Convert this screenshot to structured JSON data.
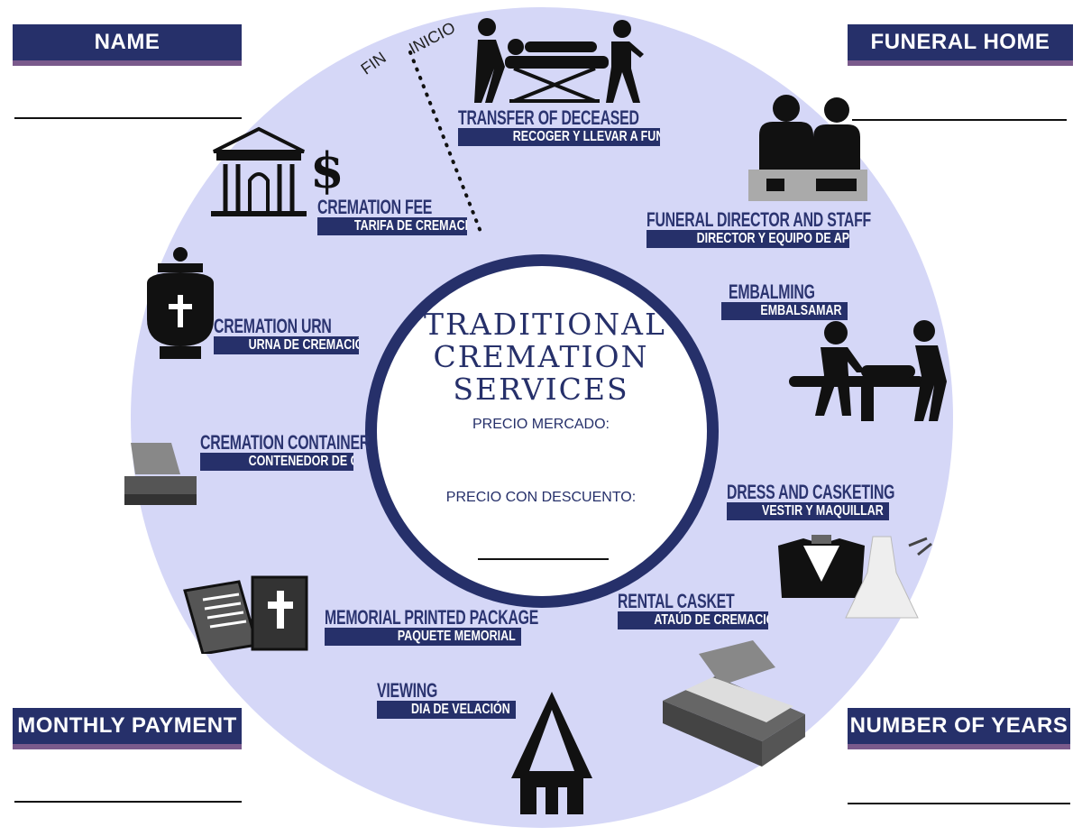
{
  "fields": {
    "name": "NAME",
    "funeral_home": "FUNERAL HOME",
    "monthly_payment": "MONTHLY PAYMENT",
    "number_of_years": "NUMBER OF YEARS"
  },
  "cycle": {
    "fin": "FIN",
    "inicio": "INICIO"
  },
  "center": {
    "title_lines": [
      "TRADITIONAL",
      "CREMATION",
      "SERVICES"
    ],
    "market_price_label": "PRECIO MERCADO:",
    "discount_price_label": "PRECIO CON DESCUENTO:"
  },
  "services": [
    {
      "en": "TRANSFER OF DECEASED",
      "es": "RECOGER Y LLEVAR A FUNERARIA"
    },
    {
      "en": "FUNERAL DIRECTOR AND STAFF",
      "es": "DIRECTOR Y EQUIPO DE APOYO"
    },
    {
      "en": "EMBALMING",
      "es": "EMBALSAMAR"
    },
    {
      "en": "DRESS AND CASKETING",
      "es": "VESTIR Y MAQUILLAR"
    },
    {
      "en": "RENTAL CASKET",
      "es": "ATAÚD DE CREMACIÓN"
    },
    {
      "en": "VIEWING",
      "es": "DIA DE VELACIÓN"
    },
    {
      "en": "MEMORIAL PRINTED PACKAGE",
      "es": "PAQUETE MEMORIAL"
    },
    {
      "en": "CREMATION CONTAINER",
      "es": "CONTENEDOR DE CREMACIÓN"
    },
    {
      "en": "CREMATION URN",
      "es": "URNA DE CREMACIÓN"
    },
    {
      "en": "CREMATION FEE",
      "es": "TARIFA DE CREMACIÓN"
    }
  ],
  "colors": {
    "navy": "#26306a",
    "lavender": "#d5d7f7",
    "accent": "#7a5a8c"
  }
}
